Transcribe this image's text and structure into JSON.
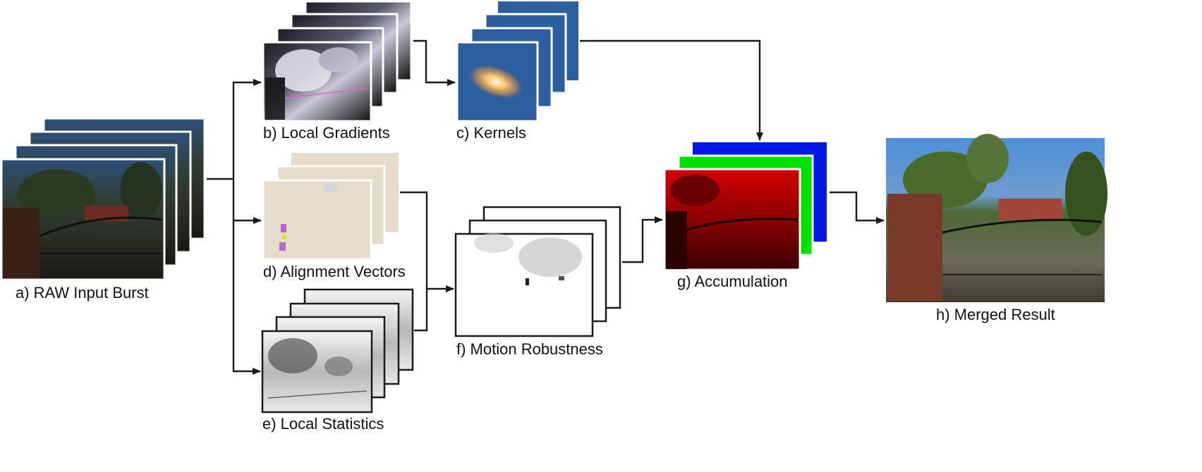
{
  "diagram": {
    "stages": [
      {
        "id": "raw",
        "label": "a) RAW Input Burst"
      },
      {
        "id": "gradients",
        "label": "b) Local Gradients"
      },
      {
        "id": "kernels",
        "label": "c) Kernels"
      },
      {
        "id": "alignment",
        "label": "d) Alignment Vectors"
      },
      {
        "id": "statistics",
        "label": "e) Local Statistics"
      },
      {
        "id": "robustness",
        "label": "f) Motion Robustness"
      },
      {
        "id": "accumulation",
        "label": "g) Accumulation"
      },
      {
        "id": "merged",
        "label": "h) Merged Result"
      }
    ],
    "colors": {
      "line": "#1a1a1a",
      "kernel_blue": "#2d5f9e",
      "kernel_glow": "#f6b94f",
      "accum_red": "#e30000",
      "accum_green": "#00e000",
      "accum_blue": "#0018e6",
      "sky": "#4a86c8",
      "foliage": "#3f5a2c",
      "alignment_beige": "#e6dccb"
    }
  }
}
